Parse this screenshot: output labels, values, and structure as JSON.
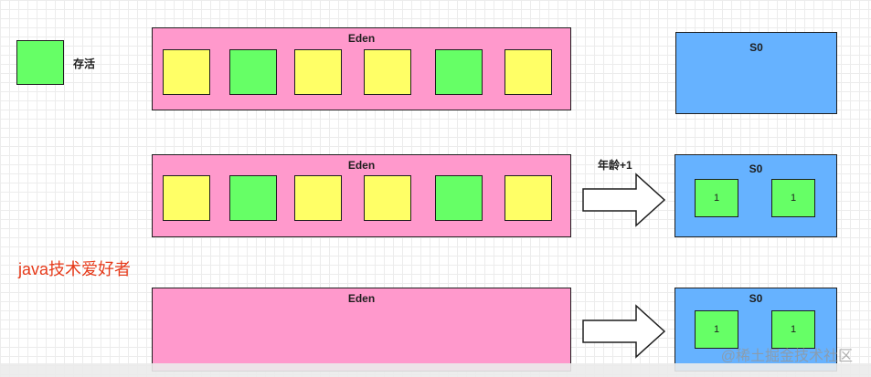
{
  "legend": {
    "label": "存活",
    "color": "#66ff66"
  },
  "rows": [
    {
      "eden_label": "Eden",
      "eden_cells": [
        "yellow",
        "green",
        "yellow",
        "yellow",
        "green",
        "yellow"
      ],
      "s0_label": "S0",
      "s0_cells": [],
      "arrow_label": ""
    },
    {
      "eden_label": "Eden",
      "eden_cells": [
        "yellow",
        "green",
        "yellow",
        "yellow",
        "green",
        "yellow"
      ],
      "s0_label": "S0",
      "s0_cells": [
        "1",
        "1"
      ],
      "arrow_label": "年龄+1"
    },
    {
      "eden_label": "Eden",
      "eden_cells": [],
      "s0_label": "S0",
      "s0_cells": [
        "1",
        "1"
      ],
      "arrow_label": ""
    }
  ],
  "colors": {
    "eden": "#ff99cc",
    "s0": "#66b2ff",
    "survivor": "#66ff66",
    "garbage": "#ffff66",
    "watermark_red": "#e63a1a"
  },
  "side_text": "java技术爱好者",
  "watermark": "@稀土掘金技术社区"
}
